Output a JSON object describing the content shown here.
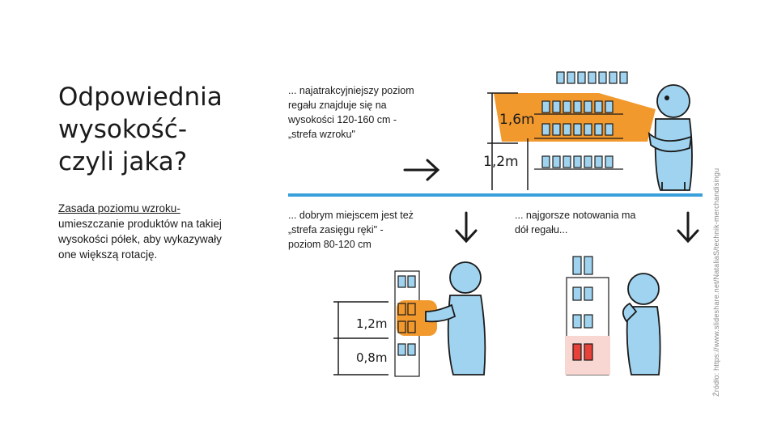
{
  "slide": {
    "title_lines": [
      "Odpowiednia",
      "wysokość-",
      "czyli jaka?"
    ],
    "body_lead": "Zasada poziomu wzroku-",
    "body_text": "umieszczanie produktów na takiej wysokości półek, aby wykazywały one większą rotację.",
    "source": "Źródło: https://www.slideshare.net/NataliaS/technik-merchandisingu"
  },
  "illustration": {
    "top_caption": [
      "... najatrakcyjniejszy poziom",
      "regału znajduje się na",
      "wysokości 120-160 cm -",
      "„strefa wzroku\""
    ],
    "mid_caption": [
      "... dobrym miejscem jest też",
      "„strefa zasięgu ręki\" -",
      "poziom 80-120 cm"
    ],
    "right_caption": [
      "... najgorsze notowania ma",
      "dół regału..."
    ],
    "label_16": "1,6m",
    "label_12_top": "1,2m",
    "label_12_bottom": "1,2m",
    "label_08": "0,8m",
    "colors": {
      "orange": "#f2992e",
      "blue": "#9fd3ef",
      "divider": "#3aa0db",
      "red": "#e8413a",
      "pink": "#f8d6d2"
    }
  }
}
